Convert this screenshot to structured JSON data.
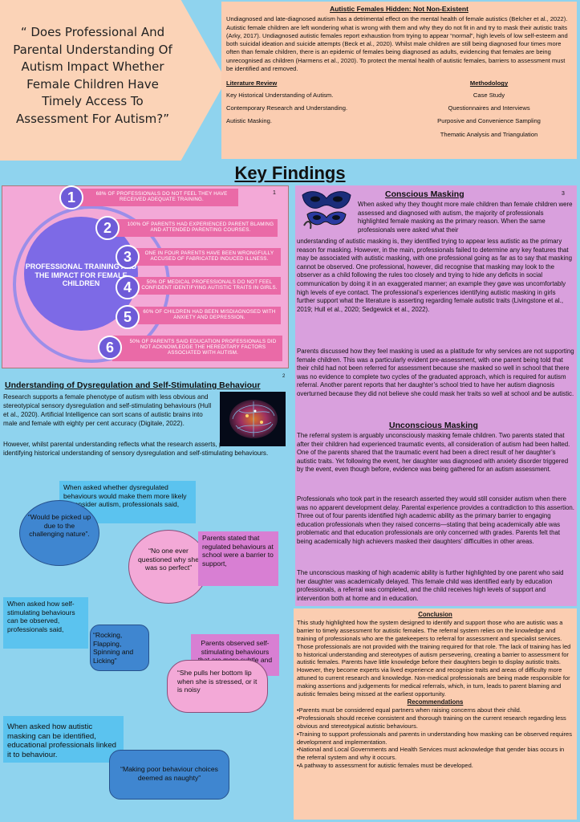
{
  "title": {
    "question": "“ Does Professional And Parental Understanding Of Autism Impact Whether Female Children Have Timely Access To Assessment For Autism?”"
  },
  "header": {
    "heading": "Autistic Females Hidden: Not Non-Existent",
    "intro": "Undiagnosed and late-diagnosed autism has a detrimental effect on the mental health of female autistics (Belcher et al., 2022). Autistic female children are left wondering what is wrong with them and why they do not fit in and try to mask their autistic traits (Arky, 2017). Undiagnosed autistic females report exhaustion from trying to appear “normal”, high levels of low self-esteem and both suicidal ideation and suicide attempts (Beck et al., 2020). Whilst male children are still being diagnosed four times more often than female children, there is an epidemic of females being diagnosed as adults, evidencing that females are being unrecognised as children (Harmens et al., 2020). To protect the mental health of autistic females, barriers to assessment must be identified and removed.",
    "lit_review": {
      "heading": "Literature Review",
      "items": [
        "Key Historical Understanding of Autism.",
        "Contemporary Research and Understanding.",
        "Autistic Masking."
      ]
    },
    "methodology": {
      "heading": "Methodology",
      "items": [
        "Case Study",
        "Questionnaires and Interviews",
        "Purposive and Convenience Sampling",
        "Thematic Analysis and Triangulation"
      ]
    }
  },
  "key_findings": {
    "title": "Key Findings"
  },
  "stats": {
    "footnote": "1",
    "center_label": "PROFESSIONAL TRAINING AND THE IMPACT FOR FEMALE CHILDREN",
    "items": [
      {
        "num": "1",
        "text": "68% of professionals do not feel they have received adequate training."
      },
      {
        "num": "2",
        "text": "100% of parents had experienced parent blaming and attended parenting courses."
      },
      {
        "num": "3",
        "text": "One in four parents have been wrongfully accused of fabricated induced illness."
      },
      {
        "num": "4",
        "text": "50% of medical professionals do not feel confident identifying autistic traits in girls."
      },
      {
        "num": "5",
        "text": "60% of children had been misdiagnosed with anxiety and depression."
      },
      {
        "num": "6",
        "text": "50% of parents said education professionals did not acknowledge the hereditary factors associated with autism."
      }
    ]
  },
  "dysregulation": {
    "title": "Understanding of Dysregulation and Self-Stimulating Behaviour",
    "footnote": "2",
    "text1": "Research supports a female phenotype of autism with less obvious and stereotypical sensory dysregulation and self-stimulating behaviours (Hull et al., 2020). Artificial Intelligence can sort scans of autistic brains into male and female with eighty per cent accuracy (Digitale, 2022).",
    "text2": "However, whilst parental understanding reflects what the research asserts, professionals are still identifying historical understanding of sensory dysregulation and self-stimulating behaviours."
  },
  "quotes": {
    "q1_prompt": "When asked whether dysregulated behaviours would make them more likely to consider autism, professionals said,",
    "q1_quote": "“Would be picked up due to the challenging nature”.",
    "q2_prompt": "Parents stated that regulated behaviours at school were a barrier to support,",
    "q2_quote": "“No one ever questioned why she was so perfect”",
    "q3_prompt": "When asked how self-stimulating behaviours can be observed, professionals said,",
    "q3_quote": "“Rocking, Flapping, Spinning and Licking”",
    "q4_prompt": "Parents observed self-stimulating behaviours that are more subtle and less stereotypical.",
    "q4_quote": "“She pulls her bottom lip when she is stressed, or it is noisy",
    "q5_prompt": "When asked how autistic masking can be identified, educational professionals linked it to behaviour.",
    "q5_quote": "“Making poor behaviour choices deemed as naughty”"
  },
  "masking": {
    "footnote": "3",
    "conscious_title": "Conscious  Masking",
    "conscious_lead": "When asked why they thought more male children than female children were assessed and diagnosed with autism, the majority of professionals highlighted female masking as the primary reason. When the same professionals were asked what their",
    "conscious_cont": "understanding of autistic masking is, they identified trying to appear less autistic as the primary reason for masking. However, in the main, professionals failed to determine any key features that may be associated with autistic masking, with one professional going as far as to say that masking cannot be observed. One professional, however, did recognise that masking may look to the observer as a child following the rules too closely and trying to hide any deficits in social communication by doing it in an exaggerated manner; an example they gave was uncomfortably high levels of eye contact. The professional’s experiences identifying autistic masking in girls further support what the literature is asserting regarding female autistic traits (Livingstone et al., 2019; Hull et al., 2020; Sedgewick et al., 2022).",
    "conscious_p2": "Parents discussed how they feel masking is used as a platitude for why services are not supporting female children. This was a particularly evident pre-assessment, with one parent being told that their child had not been referred for assessment because she masked so well in school that there was no evidence to complete two cycles of the graduated approach, which is required for autism referral. Another parent reports that her daughter’s school tried to have her autism diagnosis overturned because they did not believe she could mask her traits so well at school and be autistic.",
    "unconscious_title": "Unconscious Masking",
    "unconscious_p1": "The referral system is arguably unconsciously masking female children. Two parents stated that after their children had experienced traumatic events, all consideration of autism had been halted. One of the parents shared that the traumatic event had been a direct result of her daughter’s autistic traits. Yet following the event, her daughter was diagnosed with anxiety disorder triggered by the event, even though before, evidence was being gathered for an autism assessment.",
    "unconscious_p2": "Professionals who took part in the research asserted they would still consider autism when there was no apparent development delay. Parental experience provides a contradiction to this assertion. Three out of four parents identified high academic ability as the primary barrier to engaging education professionals when they raised concerns—stating that being academically able was problematic and that education professionals are only concerned with grades. Parents felt that being academically high achievers masked their daughters’ difficulties in other areas.",
    "unconscious_p3": "The unconscious masking of high academic ability is further highlighted by one parent who said her daughter was academically delayed. This female child was identified early by education professionals, a referral was completed, and the child receives high levels of support and intervention both at home and in education."
  },
  "conclusion": {
    "heading": "Conclusion",
    "text": "This study highlighted how the system designed to identify and support those who are autistic was a barrier to timely assessment for autistic females. The referral system relies on the knowledge and training of professionals who are the gatekeepers to referral for assessment and specialist services. Those professionals are not provided with the training required for that role. The lack of training has led to historical understanding and stereotypes of autism persevering, creating a barrier to assessment for autistic females. Parents have little knowledge before their daughters begin to display autistic traits. However, they become experts via lived experience and recognise traits and areas of difficulty more attuned to current research and knowledge. Non-medical professionals are being made responsible for making assertions and judgements for medical referrals, which, in turn, leads to parent blaming and autistic females being missed at the earliest opportunity.",
    "rec_heading": "Recommendations",
    "recommendations": [
      "•Parents must be considered equal partners when raising concerns about their child.",
      "•Professionals should receive consistent and thorough training on the current research regarding less obvious and stereotypical autistic behaviours.",
      "•Training to support professionals and parents in understanding how masking can be observed requires development and implementation.",
      "•National and Local Governments and Health Services must acknowledge that gender bias occurs in the referral system and why it occurs.",
      "•A pathway to assessment for autistic females must be developed."
    ]
  },
  "colors": {
    "background": "#8fd3ee",
    "peach": "#fbcdb1",
    "pink": "#f3a9d7",
    "purple_panel": "#d9a0dd",
    "stat_bar": "#ea6aa7",
    "circle": "#7d6ae6"
  }
}
